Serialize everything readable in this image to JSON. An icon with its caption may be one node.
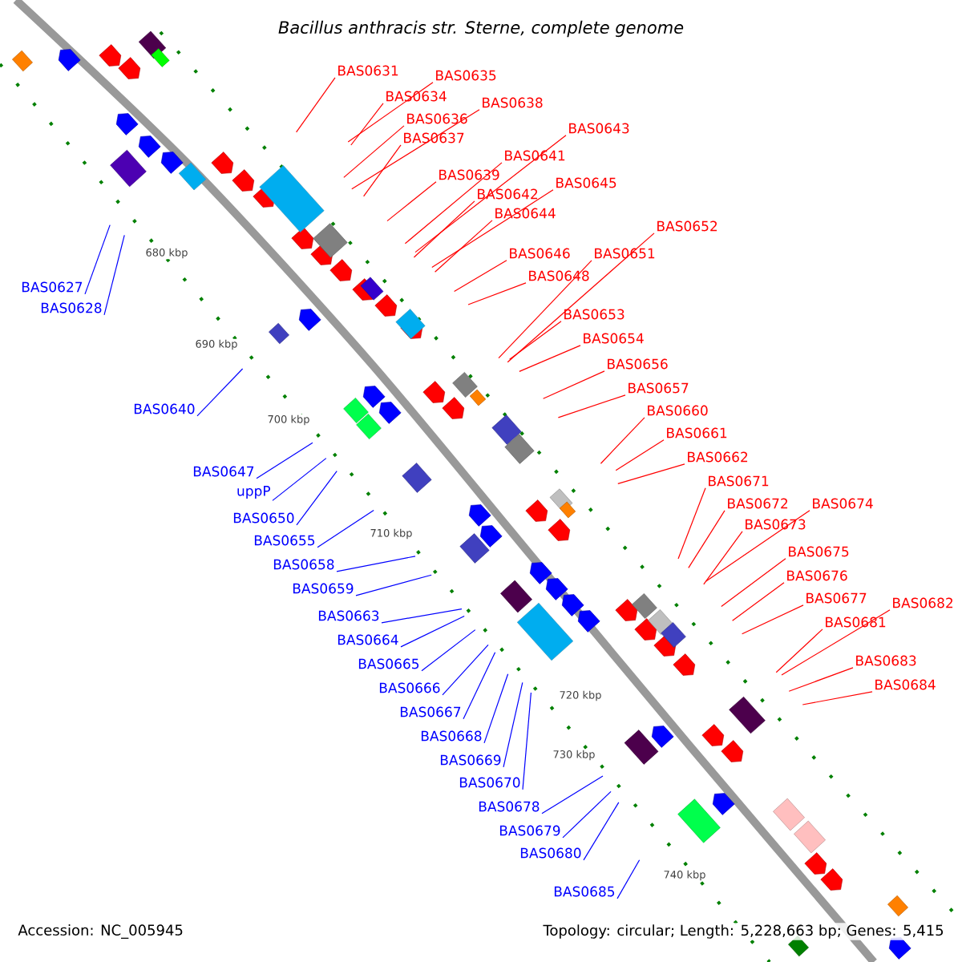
{
  "diagram": {
    "title": "Bacillus anthracis str. Sterne, complete genome",
    "nodes": [
      {
        "text": [
          "BAS0631"
        ]
      },
      {
        "text": [
          "BAS0635"
        ]
      },
      {
        "text": [
          "BAS0634"
        ]
      },
      {
        "text": [
          "BAS0638"
        ]
      },
      {
        "text": [
          "BAS0636"
        ]
      },
      {
        "text": [
          "BAS0637"
        ]
      },
      {
        "text": [
          "BAS0643"
        ]
      },
      {
        "text": [
          "BAS0641"
        ]
      },
      {
        "text": [
          "BAS0639"
        ]
      },
      {
        "text": [
          "BAS0645"
        ]
      },
      {
        "text": [
          "BAS0642"
        ]
      },
      {
        "text": [
          "BAS0644"
        ]
      },
      {
        "text": [
          "BAS0652"
        ]
      },
      {
        "text": [
          "BAS0646"
        ]
      },
      {
        "text": [
          "BAS0651"
        ]
      },
      {
        "text": [
          "BAS0648"
        ]
      },
      {
        "text": [
          "BAS0653"
        ]
      },
      {
        "text": [
          "BAS0654"
        ]
      },
      {
        "text": [
          "BAS0656"
        ]
      },
      {
        "text": [
          "BAS0657"
        ]
      },
      {
        "text": [
          "BAS0660"
        ]
      },
      {
        "text": [
          "BAS0661"
        ]
      },
      {
        "text": [
          "BAS0662"
        ]
      },
      {
        "text": [
          "BAS0671"
        ]
      },
      {
        "text": [
          "BAS0672"
        ]
      },
      {
        "text": [
          "BAS0674"
        ]
      },
      {
        "text": [
          "BAS0673"
        ]
      },
      {
        "text": [
          "BAS0675"
        ]
      },
      {
        "text": [
          "BAS0676"
        ]
      },
      {
        "text": [
          "BAS0677"
        ]
      },
      {
        "text": [
          "BAS0682"
        ]
      },
      {
        "text": [
          "BAS0681"
        ]
      },
      {
        "text": [
          "BAS0683"
        ]
      },
      {
        "text": [
          "BAS0684"
        ]
      },
      {
        "text": [
          "BAS0627"
        ]
      },
      {
        "text": [
          "BAS0628"
        ]
      },
      {
        "text": [
          "BAS0640"
        ]
      },
      {
        "text": [
          "BAS0647"
        ]
      },
      {
        "text": [
          "uppP"
        ]
      },
      {
        "text": [
          "BAS0650"
        ]
      },
      {
        "text": [
          "BAS0655"
        ]
      },
      {
        "text": [
          "BAS0658"
        ]
      },
      {
        "text": [
          "BAS0659"
        ]
      },
      {
        "text": [
          "BAS0663"
        ]
      },
      {
        "text": [
          "BAS0664"
        ]
      },
      {
        "text": [
          "BAS0665"
        ]
      },
      {
        "text": [
          "BAS0666"
        ]
      },
      {
        "text": [
          "BAS0667"
        ]
      },
      {
        "text": [
          "BAS0668"
        ]
      },
      {
        "text": [
          "BAS0669"
        ]
      },
      {
        "text": [
          "BAS0670"
        ]
      },
      {
        "text": [
          "BAS0678"
        ]
      },
      {
        "text": [
          "BAS0679"
        ]
      },
      {
        "text": [
          "BAS0680"
        ]
      },
      {
        "text": [
          "BAS0685"
        ]
      }
    ],
    "edges": [
      {
        "from": 0,
        "to": null,
        "arrow": "none"
      },
      {
        "from": 1,
        "to": null,
        "arrow": "none"
      },
      {
        "from": 2,
        "to": null,
        "arrow": "none"
      },
      {
        "from": 3,
        "to": null,
        "arrow": "none"
      },
      {
        "from": 4,
        "to": null,
        "arrow": "none"
      },
      {
        "from": 5,
        "to": null,
        "arrow": "none"
      },
      {
        "from": 6,
        "to": null,
        "arrow": "none"
      },
      {
        "from": 7,
        "to": null,
        "arrow": "none"
      },
      {
        "from": 8,
        "to": null,
        "arrow": "none"
      },
      {
        "from": 9,
        "to": null,
        "arrow": "none"
      },
      {
        "from": 10,
        "to": null,
        "arrow": "none"
      },
      {
        "from": 11,
        "to": null,
        "arrow": "none"
      },
      {
        "from": 12,
        "to": null,
        "arrow": "none"
      },
      {
        "from": 13,
        "to": null,
        "arrow": "none"
      },
      {
        "from": 14,
        "to": null,
        "arrow": "none"
      },
      {
        "from": 15,
        "to": null,
        "arrow": "none"
      },
      {
        "from": 16,
        "to": null,
        "arrow": "none"
      },
      {
        "from": 17,
        "to": null,
        "arrow": "none"
      },
      {
        "from": 18,
        "to": null,
        "arrow": "none"
      },
      {
        "from": 19,
        "to": null,
        "arrow": "none"
      },
      {
        "from": 20,
        "to": null,
        "arrow": "none"
      },
      {
        "from": 21,
        "to": null,
        "arrow": "none"
      },
      {
        "from": 22,
        "to": null,
        "arrow": "none"
      },
      {
        "from": 23,
        "to": null,
        "arrow": "none"
      },
      {
        "from": 24,
        "to": null,
        "arrow": "none"
      },
      {
        "from": 25,
        "to": null,
        "arrow": "none"
      },
      {
        "from": 26,
        "to": null,
        "arrow": "none"
      },
      {
        "from": 27,
        "to": null,
        "arrow": "none"
      },
      {
        "from": 28,
        "to": null,
        "arrow": "none"
      },
      {
        "from": 29,
        "to": null,
        "arrow": "none"
      },
      {
        "from": 30,
        "to": null,
        "arrow": "none"
      },
      {
        "from": 31,
        "to": null,
        "arrow": "none"
      },
      {
        "from": 32,
        "to": null,
        "arrow": "none"
      },
      {
        "from": 33,
        "to": null,
        "arrow": "none"
      },
      {
        "from": 34,
        "to": null,
        "arrow": "none",
        "color": "#0000ff"
      },
      {
        "from": 35,
        "to": null,
        "arrow": "none",
        "color": "#0000ff"
      },
      {
        "from": 36,
        "to": null,
        "arrow": "none",
        "color": "#0000ff"
      },
      {
        "from": 37,
        "to": null,
        "arrow": "none",
        "color": "#0000ff"
      },
      {
        "from": 38,
        "to": null,
        "arrow": "none",
        "color": "#0000ff"
      },
      {
        "from": 39,
        "to": null,
        "arrow": "none",
        "color": "#0000ff"
      },
      {
        "from": 40,
        "to": null,
        "arrow": "none",
        "color": "#0000ff"
      },
      {
        "from": 41,
        "to": null,
        "arrow": "none",
        "color": "#0000ff"
      },
      {
        "from": 42,
        "to": null,
        "arrow": "none",
        "color": "#0000ff"
      },
      {
        "from": 43,
        "to": null,
        "arrow": "none",
        "color": "#0000ff"
      },
      {
        "from": 44,
        "to": null,
        "arrow": "none",
        "color": "#0000ff"
      },
      {
        "from": 45,
        "to": null,
        "arrow": "none",
        "color": "#0000ff"
      },
      {
        "from": 46,
        "to": null,
        "arrow": "none",
        "color": "#0000ff"
      },
      {
        "from": 47,
        "to": null,
        "arrow": "none",
        "color": "#0000ff"
      },
      {
        "from": 48,
        "to": null,
        "arrow": "none",
        "color": "#0000ff"
      },
      {
        "from": 49,
        "to": null,
        "arrow": "none",
        "color": "#0000ff"
      },
      {
        "from": 50,
        "to": null,
        "arrow": "none",
        "color": "#0000ff"
      },
      {
        "from": 51,
        "to": null,
        "arrow": "none",
        "color": "#0000ff"
      },
      {
        "from": 52,
        "to": null,
        "arrow": "none",
        "color": "#0000ff"
      },
      {
        "from": 53,
        "to": null,
        "arrow": "none",
        "color": "#0000ff"
      },
      {
        "from": 54,
        "to": null,
        "arrow": "none",
        "color": "#0000ff"
      }
    ],
    "labels": [
      "680 kbp",
      "690 kbp",
      "700 kbp",
      "710 kbp",
      "720 kbp",
      "730 kbp",
      "740 kbp",
      "Accession: NC_005945",
      "Topology: circular; Length: 5,228,663 bp; Genes: 5,415"
    ]
  }
}
